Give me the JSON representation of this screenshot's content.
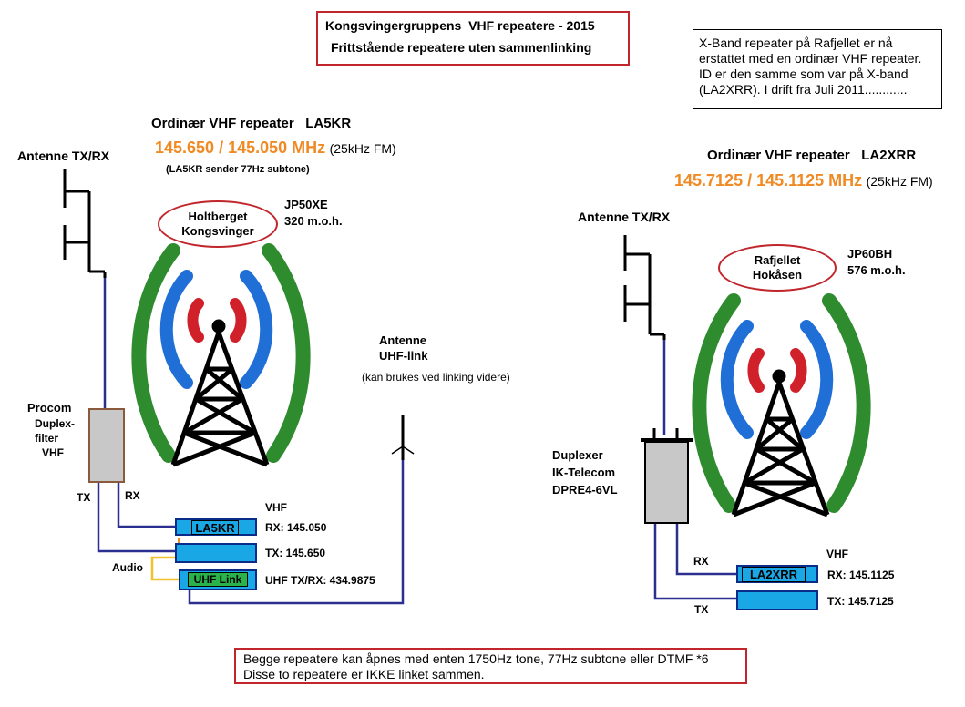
{
  "title": {
    "line1": "Kongsvingergruppens  VHF repeatere - 2015",
    "line2": "Frittstående repeatere uten sammenlinking"
  },
  "note": "X-Band repeater på Rafjellet er nå erstattet med en ordinær VHF repeater. ID er den samme som var på X-band (LA2XRR). I drift fra Juli 2011............",
  "footer": {
    "line1": "Begge repeatere kan åpnes med enten 1750Hz tone, 77Hz subtone eller DTMF *6",
    "line2": "Disse to repeatere er IKKE linket sammen."
  },
  "left": {
    "heading": "Ordinær VHF repeater   LA5KR",
    "freq": "145.650 / 145.050 MHz",
    "mode": "(25kHz FM)",
    "subtone": "(LA5KR sender 77Hz subtone)",
    "antenna": "Antenne TX/RX",
    "locator": "JP50XE",
    "altitude": "320 m.o.h.",
    "site_line1": "Holtberget",
    "site_line2": "Kongsvinger",
    "filter_line1": "Procom",
    "filter_line2": "Duplex-",
    "filter_line3": "filter",
    "filter_line4": "VHF",
    "tx_tag": "TX",
    "rx_tag": "RX",
    "band": "VHF",
    "radio_label": "LA5KR",
    "rx_freq": "RX: 145.050",
    "tx_freq": "TX: 145.650",
    "audio": "Audio",
    "uhf_label": "UHF Link",
    "uhf_freq": "UHF TX/RX: 434.9875"
  },
  "uhf_antenna": {
    "line1": "Antenne",
    "line2": "UHF-link",
    "note": "(kan brukes ved linking videre)"
  },
  "right": {
    "heading": "Ordinær VHF repeater   LA2XRR",
    "freq": "145.7125 / 145.1125 MHz",
    "mode": "(25kHz FM)",
    "antenna": "Antenne TX/RX",
    "locator": "JP60BH",
    "altitude": "576 m.o.h.",
    "site_line1": "Rafjellet",
    "site_line2": "Hokåsen",
    "duplexer_line1": "Duplexer",
    "duplexer_line2": "IK-Telecom",
    "duplexer_line3": "DPRE4-6VL",
    "rx_tag": "RX",
    "tx_tag": "TX",
    "band": "VHF",
    "radio_label": "LA2XRR",
    "rx_freq": "RX: 145.1125",
    "tx_freq": "TX: 145.7125"
  },
  "colors": {
    "accent_red": "#c0262c",
    "freq_orange": "#f08a24",
    "radio_blue": "#1aa7e6",
    "link_green": "#2bb34b",
    "cable_blue": "#2b2f8f",
    "audio_yellow": "#f2c12e",
    "wave_green": "#2e8b2e",
    "wave_blue": "#1f6fd6",
    "wave_red": "#d0202a",
    "filter_gray": "#c8c8c8",
    "filter_border": "#8b5a3c"
  }
}
